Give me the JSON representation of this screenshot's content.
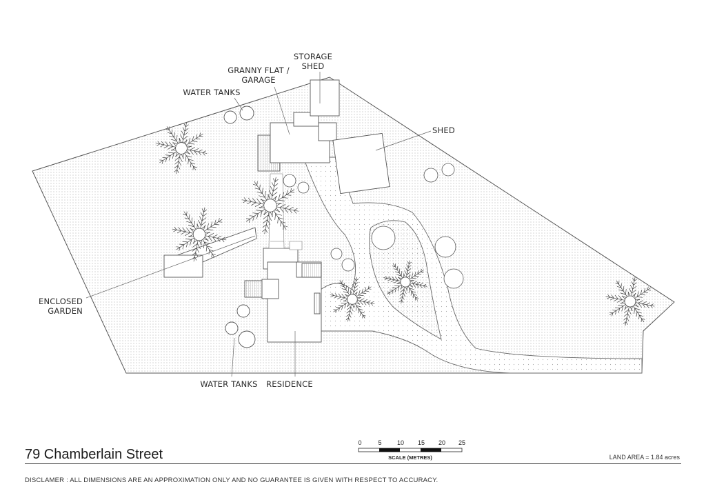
{
  "labels": {
    "storage_shed": [
      "STORAGE",
      "SHED"
    ],
    "granny_flat": [
      "GRANNY FLAT /",
      "GARAGE"
    ],
    "water_tanks_top": "WATER TANKS",
    "shed": "SHED",
    "enclosed_garden": [
      "ENCLOSED",
      "GARDEN"
    ],
    "water_tanks_bottom": "WATER TANKS",
    "residence": "RESIDENCE"
  },
  "title": "79 Chamberlain Street",
  "land_area": "LAND AREA = 1.84 acres",
  "disclaimer": "DISCLAMER : ALL DIMENSIONS ARE AN APPROXIMATION ONLY AND NO GUARANTEE IS GIVEN WITH RESPECT TO ACCURACY.",
  "scale": {
    "title": "SCALE (METRES)",
    "ticks": [
      "0",
      "5",
      "10",
      "15",
      "20",
      "25"
    ]
  },
  "colors": {
    "line": "#555555",
    "dot": "#b8b8b8"
  }
}
